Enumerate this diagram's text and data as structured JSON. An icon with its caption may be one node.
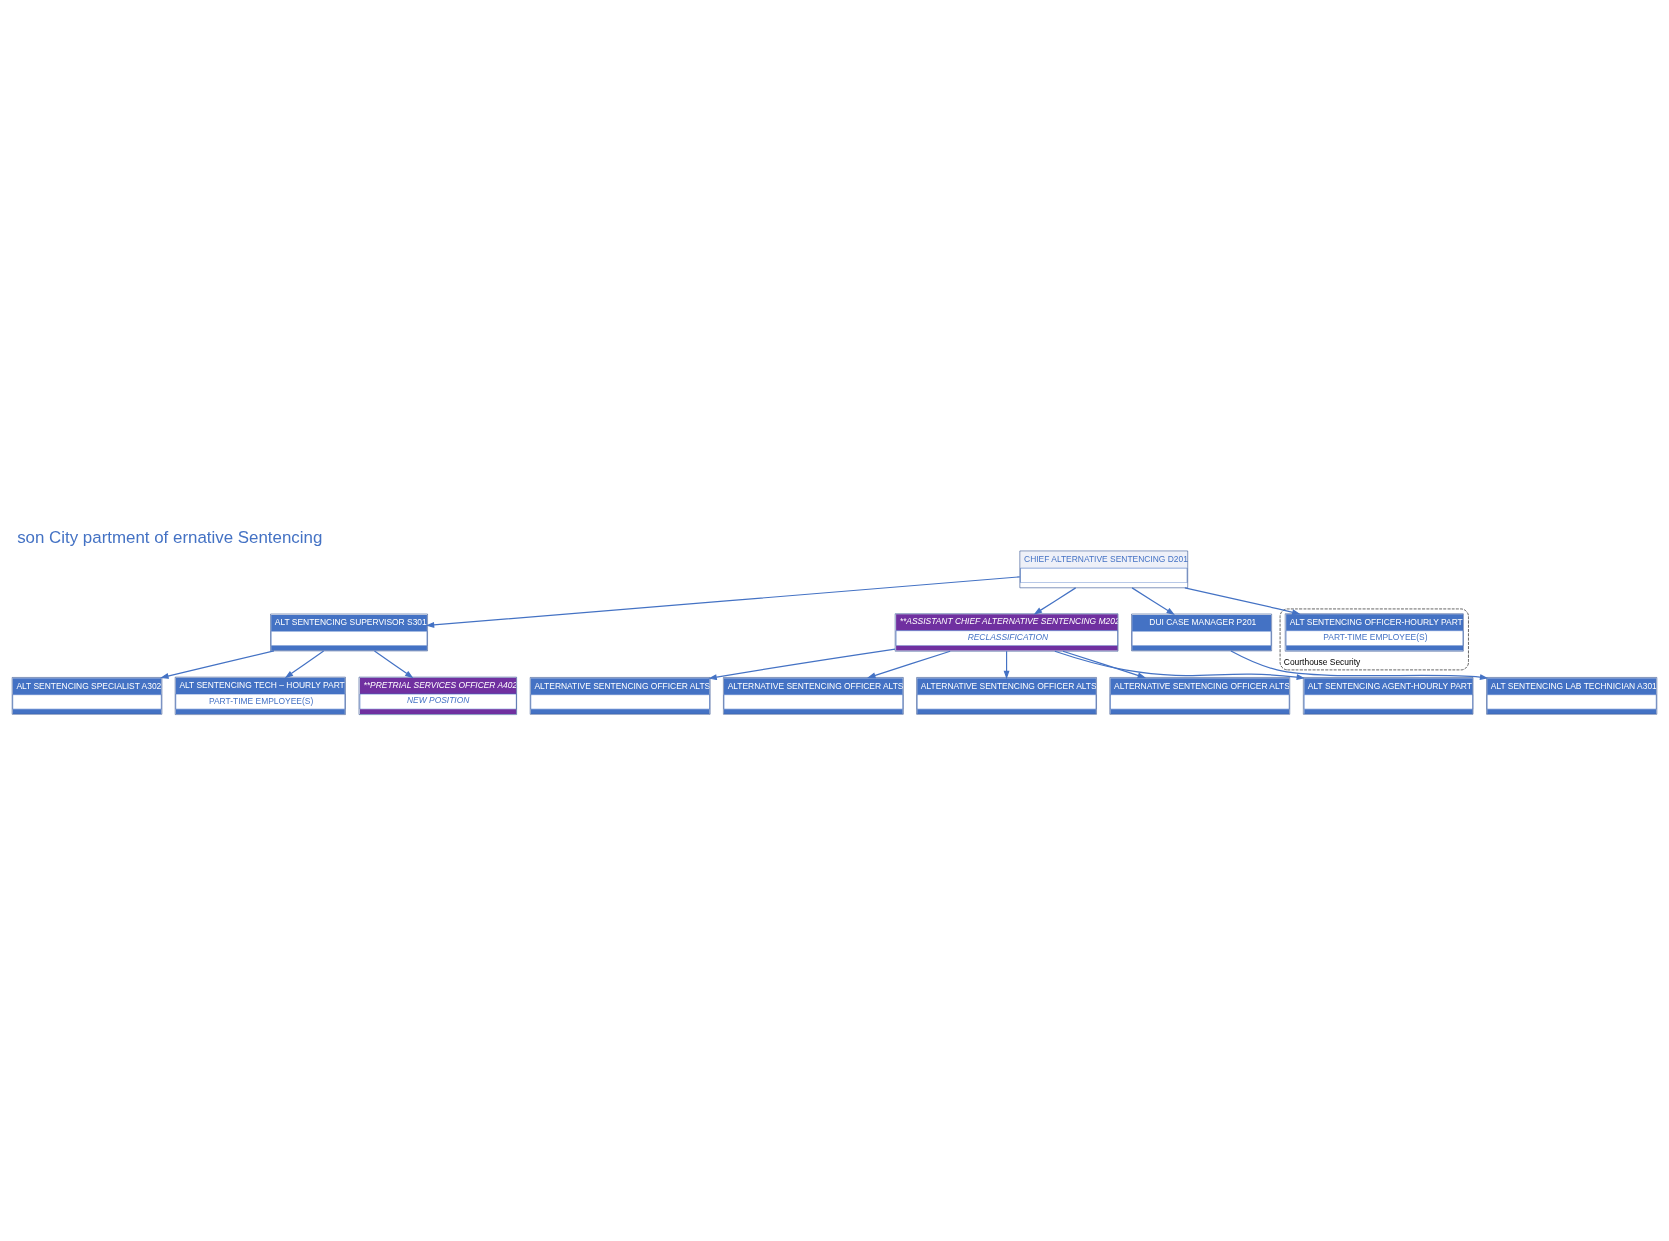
{
  "diagram": {
    "title": "son City partment of ernative Sentencing",
    "nodes": [
      {
        "text": [
          "CHIEF ALTERNATIVE SENTENCING D201"
        ]
      },
      {
        "text": [
          "ALT SENTENCING SUPERVISOR S301"
        ]
      },
      {
        "text": [
          "**ASSISTANT CHIEF ALTERNATIVE SENTENCING M202",
          "RECLASSIFICATION"
        ]
      },
      {
        "text": [
          "DUI CASE MANAGER P201"
        ]
      },
      {
        "text": [
          "Courthouse Security"
        ]
      },
      {
        "text": [
          "ALT SENTENCING OFFICER-HOURLY PART",
          "PART-TIME EMPLOYEE(S)"
        ],
        "in": 4
      },
      {
        "text": [
          "ALT SENTENCING SPECIALIST A302"
        ]
      },
      {
        "text": [
          "ALT SENTENCING TECH – HOURLY PART",
          "PART-TIME EMPLOYEE(S)"
        ]
      },
      {
        "text": [
          "**PRETRIAL SERVICES OFFICER A402",
          "NEW POSITION"
        ]
      },
      {
        "text": [
          "ALTERNATIVE SENTENCING OFFICER ALTS"
        ]
      },
      {
        "text": [
          "ALTERNATIVE SENTENCING OFFICER ALTS"
        ]
      },
      {
        "text": [
          "ALTERNATIVE SENTENCING OFFICER ALTS"
        ]
      },
      {
        "text": [
          "ALTERNATIVE SENTENCING OFFICER ALTS"
        ]
      },
      {
        "text": [
          "ALT SENTENCING AGENT-HOURLY PART"
        ]
      },
      {
        "text": [
          "ALT SENTENCING LAB TECHNICIAN A301"
        ]
      }
    ],
    "edges": [
      {
        "from": 0,
        "to": 1,
        "arrow": "to"
      },
      {
        "from": 0,
        "to": 2,
        "arrow": "to"
      },
      {
        "from": 0,
        "to": 3,
        "arrow": "to"
      },
      {
        "from": 0,
        "to": 5,
        "arrow": "to"
      },
      {
        "from": 1,
        "to": 6,
        "arrow": "to"
      },
      {
        "from": 1,
        "to": 7,
        "arrow": "to"
      },
      {
        "from": 1,
        "to": 8,
        "arrow": "to"
      },
      {
        "from": 2,
        "to": 9,
        "arrow": "to"
      },
      {
        "from": 2,
        "to": 10,
        "arrow": "to"
      },
      {
        "from": 2,
        "to": 11,
        "arrow": "to"
      },
      {
        "from": 2,
        "to": 12,
        "arrow": "to"
      },
      {
        "from": 2,
        "to": 13,
        "arrow": "to"
      },
      {
        "from": 3,
        "to": 14,
        "arrow": "to"
      }
    ]
  }
}
